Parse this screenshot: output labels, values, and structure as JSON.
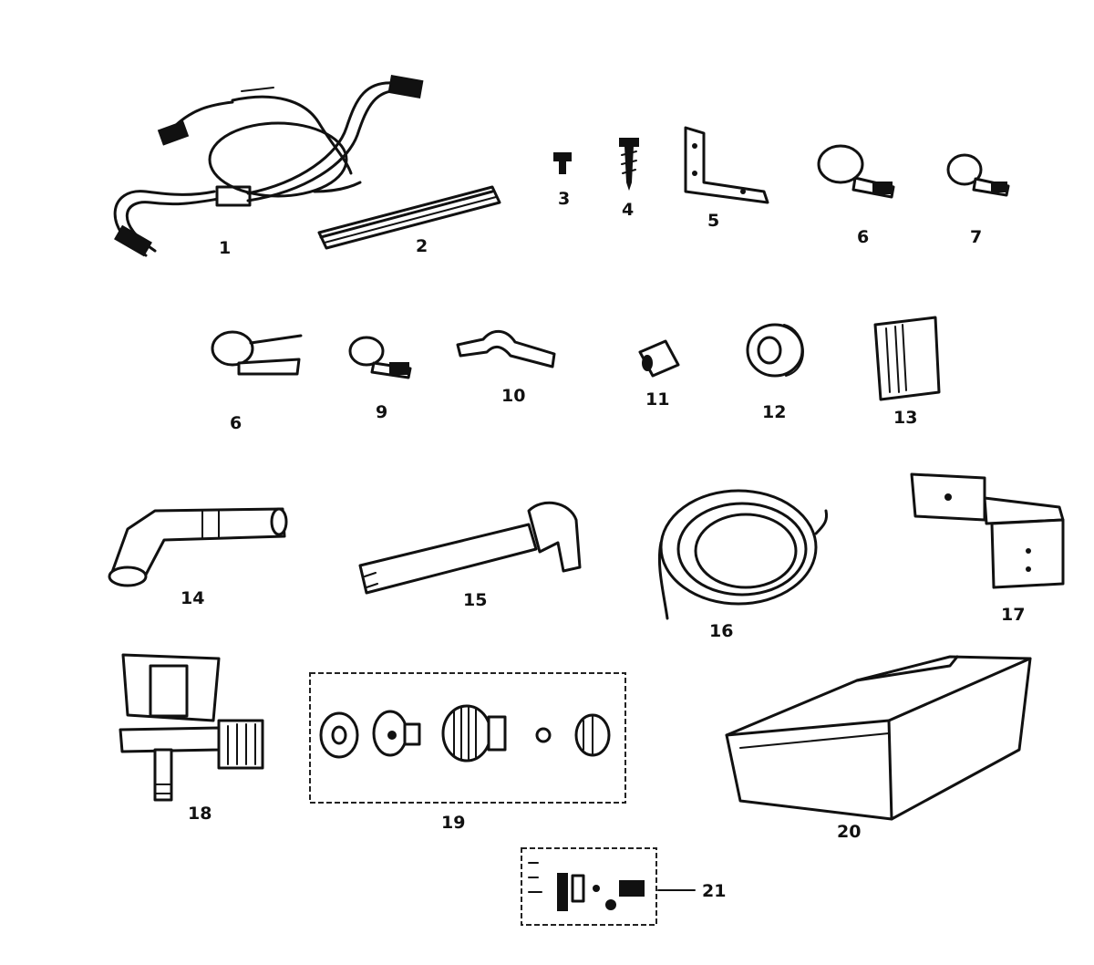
{
  "labels": {
    "p1": "1",
    "p2": "2",
    "p3": "3",
    "p4": "4",
    "p5": "5",
    "p6a": "6",
    "p7": "7",
    "p6b": "6",
    "p9": "9",
    "p10": "10",
    "p11": "11",
    "p12": "12",
    "p13": "13",
    "p14": "14",
    "p15": "15",
    "p16": "16",
    "p17": "17",
    "p18": "18",
    "p19": "19",
    "p20": "20",
    "p21": "21"
  }
}
